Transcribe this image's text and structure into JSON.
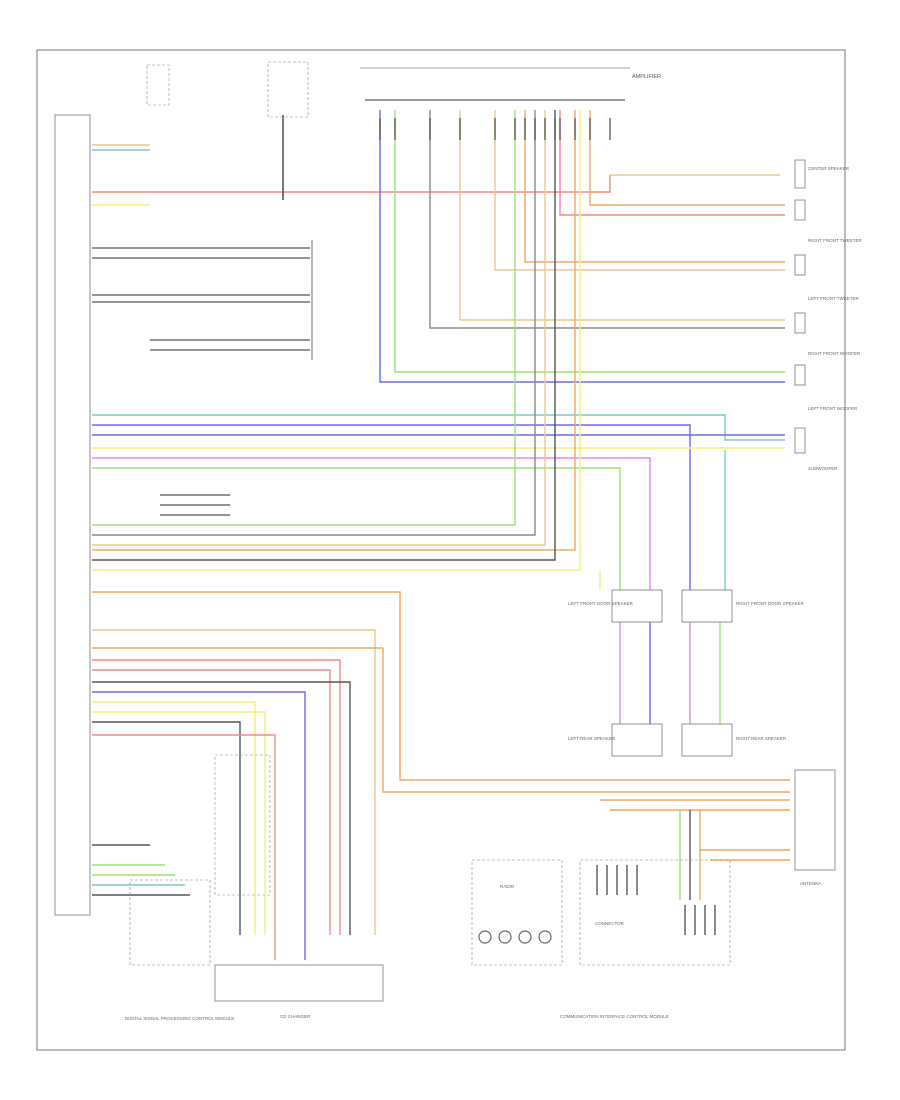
{
  "diagram": {
    "frame_id": "",
    "labels": {
      "amplifier": "AMPLIFIER",
      "left_front_module": "LEFT FRONT DOOR SPEAKER",
      "right_front_module": "RIGHT FRONT DOOR SPEAKER",
      "left_rear_module": "LEFT REAR SPEAKER",
      "right_rear_module": "RIGHT REAR SPEAKER",
      "cd_changer": "CD CHANGER",
      "radio_unit": "RADIO",
      "connector_block": "CONNECTOR",
      "antenna_module": "ANTENNA",
      "bottom_left": "DIGITAL SIGNAL PROCESSING CONTROL MODULE",
      "bottom_mid": "CD CHANGER",
      "bottom_right": "COMMUNICATION INTERFACE CONTROL MODULE",
      "right_side": [
        "CENTER SPEAKER",
        "RIGHT FRONT TWEETER",
        "LEFT FRONT TWEETER",
        "RIGHT FRONT WOOFER",
        "LEFT FRONT WOOFER",
        "SUBWOOFER"
      ]
    },
    "wire_colors": {
      "red": "#f28a8a",
      "orange": "#f0a860",
      "yellow": "#f3ef7a",
      "green": "#9de07a",
      "teal": "#7fc9c9",
      "blue": "#6a6af0",
      "violet": "#e08ce8",
      "gray": "#8a8a8a",
      "tan": "#e6c98e",
      "dark": "#555555"
    }
  }
}
